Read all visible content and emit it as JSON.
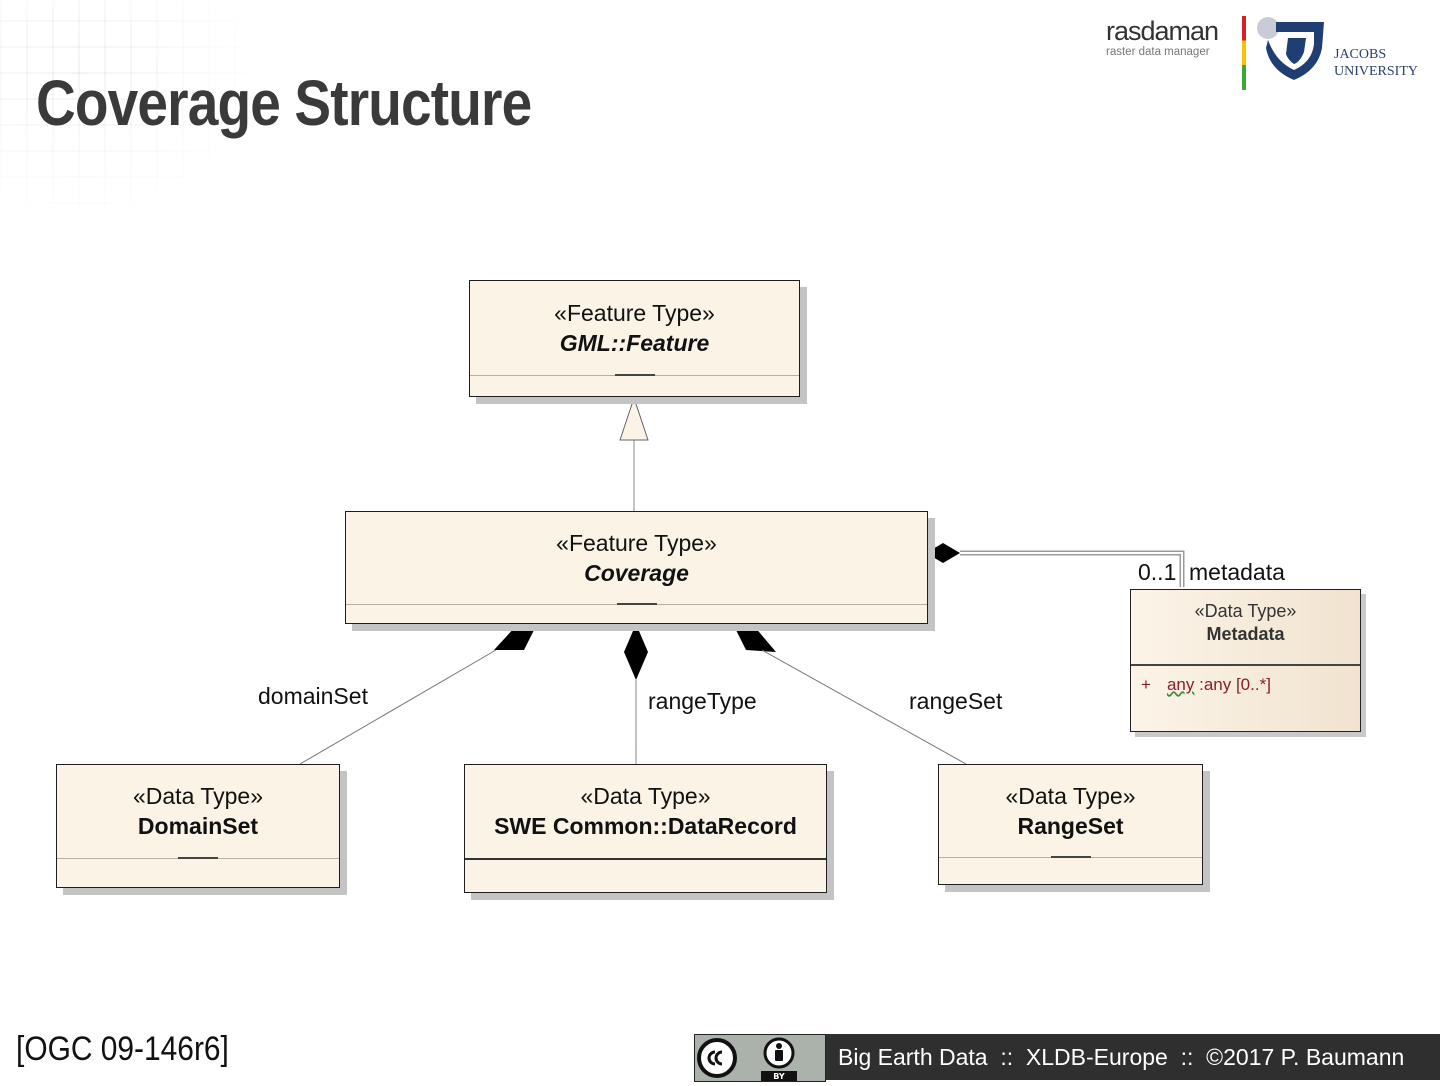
{
  "slide": {
    "title": "Coverage Structure"
  },
  "logos": {
    "rasdaman_word": "rasdaman",
    "rasdaman_sub": "raster data manager",
    "jacobs_line1": "JACOBS",
    "jacobs_line2": "UNIVERSITY",
    "colors": {
      "bar_red": "#d8211f",
      "bar_yellow": "#f2c500",
      "bar_green": "#3aa935",
      "jacobs_blue": "#1f3e74"
    }
  },
  "diagram": {
    "feature": {
      "stereotype": "«Feature Type»",
      "name": "GML::Feature"
    },
    "coverage": {
      "stereotype": "«Feature Type»",
      "name": "Coverage"
    },
    "domainset": {
      "stereotype": "«Data Type»",
      "name": "DomainSet"
    },
    "datarecord": {
      "stereotype": "«Data Type»",
      "name": "SWE Common::DataRecord"
    },
    "rangeset": {
      "stereotype": "«Data Type»",
      "name": "RangeSet"
    },
    "metadata": {
      "stereotype": "«Data Type»",
      "name": "Metadata",
      "attribute": {
        "visibility": "+",
        "name": "any",
        "type": ":any [0..*]"
      }
    },
    "labels": {
      "domainset": "domainSet",
      "rangetype": "rangeType",
      "rangeset": "rangeSet",
      "multiplicity": "0..1",
      "metadata": "metadata"
    },
    "colors": {
      "box_fill": "#fbf3e5",
      "shadow": "#c4c4c4"
    }
  },
  "footer": {
    "reference": "[OGC 09-146r6]",
    "text": "Big Earth Data  ::  XLDB-Europe  ::  ©2017 P. Baumann",
    "license_icons": [
      "cc-icon",
      "by-icon"
    ],
    "license_by": "BY"
  }
}
